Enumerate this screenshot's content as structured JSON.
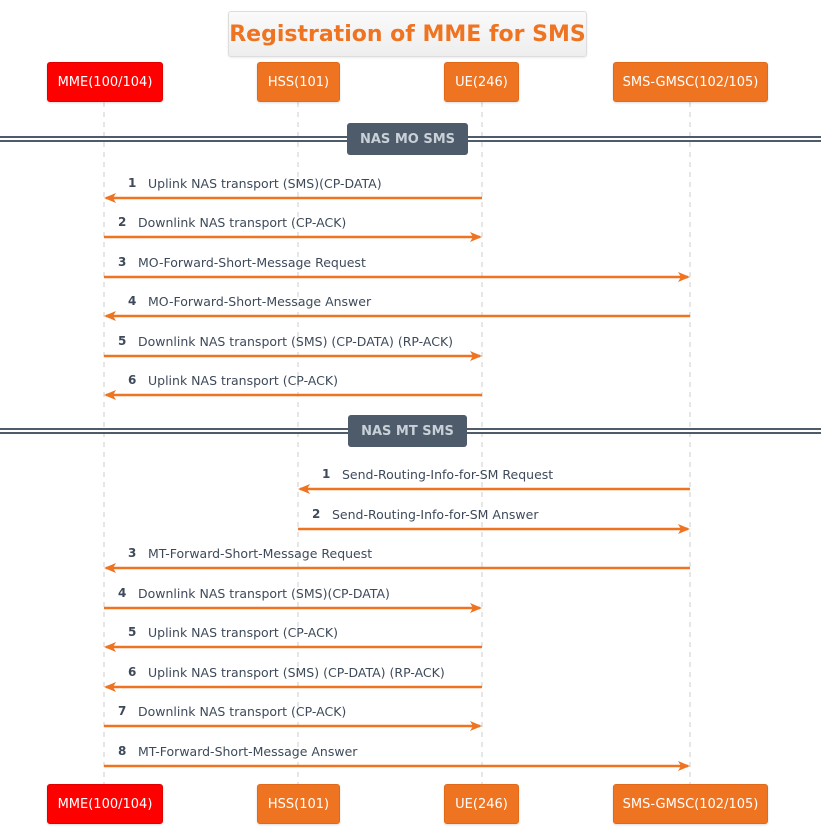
{
  "title": "Registration of MME for SMS",
  "colors": {
    "accent": "#ee7422",
    "actor_highlight": "#ff0000",
    "separator": "#4e5b6a",
    "lifeline": "#cccccc"
  },
  "participants": [
    {
      "id": "mme",
      "label": "MME(100/104)",
      "highlight": true
    },
    {
      "id": "hss",
      "label": "HSS(101)",
      "highlight": false
    },
    {
      "id": "ue",
      "label": "UE(246)",
      "highlight": false
    },
    {
      "id": "gmsc",
      "label": "SMS-GMSC(102/105)",
      "highlight": false
    }
  ],
  "sections": [
    {
      "label": "NAS MO SMS",
      "messages": [
        {
          "num": "1",
          "text": "Uplink NAS transport (SMS)(CP-DATA)",
          "from": "ue",
          "to": "mme"
        },
        {
          "num": "2",
          "text": "Downlink NAS transport (CP-ACK)",
          "from": "mme",
          "to": "ue"
        },
        {
          "num": "3",
          "text": "MO-Forward-Short-Message Request",
          "from": "mme",
          "to": "gmsc"
        },
        {
          "num": "4",
          "text": "MO-Forward-Short-Message Answer",
          "from": "gmsc",
          "to": "mme"
        },
        {
          "num": "5",
          "text": "Downlink NAS transport (SMS) (CP-DATA) (RP-ACK)",
          "from": "mme",
          "to": "ue"
        },
        {
          "num": "6",
          "text": "Uplink NAS transport (CP-ACK)",
          "from": "ue",
          "to": "mme"
        }
      ]
    },
    {
      "label": "NAS MT SMS",
      "messages": [
        {
          "num": "1",
          "text": "Send-Routing-Info-for-SM Request",
          "from": "gmsc",
          "to": "hss"
        },
        {
          "num": "2",
          "text": "Send-Routing-Info-for-SM Answer",
          "from": "hss",
          "to": "gmsc"
        },
        {
          "num": "3",
          "text": "MT-Forward-Short-Message Request",
          "from": "gmsc",
          "to": "mme"
        },
        {
          "num": "4",
          "text": "Downlink NAS transport (SMS)(CP-DATA)",
          "from": "mme",
          "to": "ue"
        },
        {
          "num": "5",
          "text": "Uplink NAS transport (CP-ACK)",
          "from": "ue",
          "to": "mme"
        },
        {
          "num": "6",
          "text": "Uplink NAS transport (SMS) (CP-DATA) (RP-ACK)",
          "from": "ue",
          "to": "mme"
        },
        {
          "num": "7",
          "text": "Downlink NAS transport (CP-ACK)",
          "from": "mme",
          "to": "ue"
        },
        {
          "num": "8",
          "text": "MT-Forward-Short-Message Answer",
          "from": "mme",
          "to": "gmsc"
        }
      ]
    }
  ]
}
